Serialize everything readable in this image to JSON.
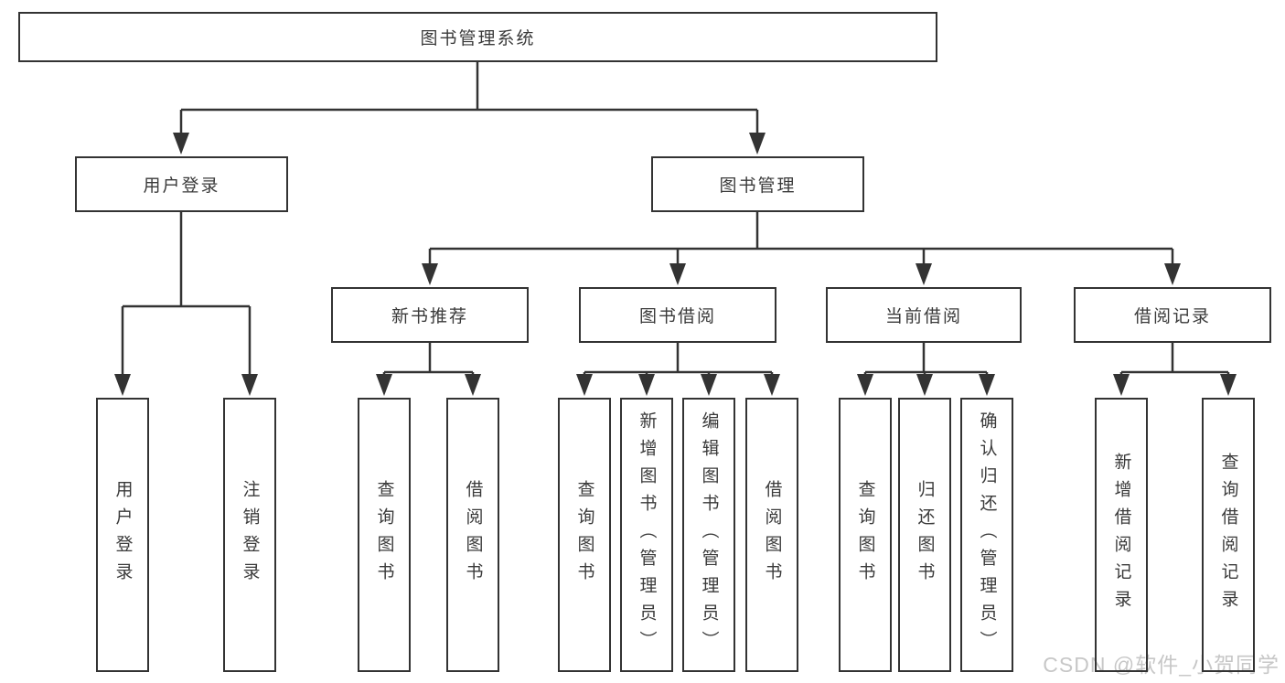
{
  "diagram": {
    "root": {
      "label": "图书管理系统"
    },
    "branches": [
      {
        "label": "用户登录",
        "children": [
          {
            "label": "用户登录"
          },
          {
            "label": "注销登录"
          }
        ]
      },
      {
        "label": "图书管理",
        "children": [
          {
            "label": "新书推荐",
            "children": [
              {
                "label": "查询图书"
              },
              {
                "label": "借阅图书"
              }
            ]
          },
          {
            "label": "图书借阅",
            "children": [
              {
                "label": "查询图书"
              },
              {
                "label": "新增图书（管理员）"
              },
              {
                "label": "编辑图书（管理员）"
              },
              {
                "label": "借阅图书"
              }
            ]
          },
          {
            "label": "当前借阅",
            "children": [
              {
                "label": "查询图书"
              },
              {
                "label": "归还图书"
              },
              {
                "label": "确认归还（管理员）"
              }
            ]
          },
          {
            "label": "借阅记录",
            "children": [
              {
                "label": "新增借阅记录"
              },
              {
                "label": "查询借阅记录"
              }
            ]
          }
        ]
      }
    ]
  },
  "watermark": {
    "text": "CSDN @软件_小贺同学"
  },
  "colors": {
    "line": "#333333",
    "text": "#3a3a3a",
    "watermark": "#c7c7c7",
    "background": "#ffffff"
  }
}
